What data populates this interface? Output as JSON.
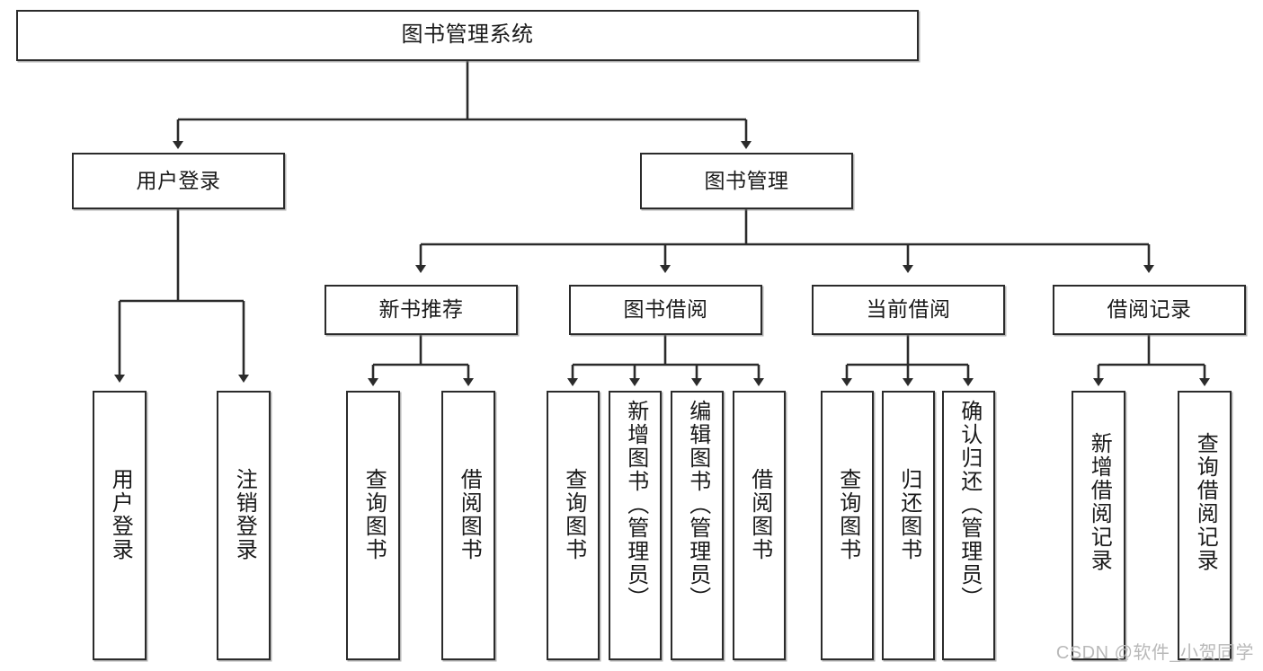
{
  "diagram": {
    "title_node": {
      "label": "图书管理系统"
    },
    "level2": [
      {
        "id": "user-login",
        "label": "用户登录"
      },
      {
        "id": "book-manage",
        "label": "图书管理"
      }
    ],
    "level3": [
      {
        "id": "new-book-recommend",
        "label": "新书推荐"
      },
      {
        "id": "book-borrow",
        "label": "图书借阅"
      },
      {
        "id": "current-borrow",
        "label": "当前借阅"
      },
      {
        "id": "borrow-record",
        "label": "借阅记录"
      }
    ],
    "leaves": {
      "user_login": [
        {
          "id": "leaf-user-login",
          "label": "用户登录"
        },
        {
          "id": "leaf-logout-login",
          "label": "注销登录"
        }
      ],
      "new_book_recommend": [
        {
          "id": "leaf-query-book-1",
          "label": "查询图书"
        },
        {
          "id": "leaf-borrow-book-1",
          "label": "借阅图书"
        }
      ],
      "book_borrow": [
        {
          "id": "leaf-query-book-2",
          "label": "查询图书"
        },
        {
          "id": "leaf-add-book",
          "label": "新增图书（管理员）"
        },
        {
          "id": "leaf-edit-book",
          "label": "编辑图书（管理员）"
        },
        {
          "id": "leaf-borrow-book-2",
          "label": "借阅图书"
        }
      ],
      "current_borrow": [
        {
          "id": "leaf-query-book-3",
          "label": "查询图书"
        },
        {
          "id": "leaf-return-book",
          "label": "归还图书"
        },
        {
          "id": "leaf-confirm-return",
          "label": "确认归还（管理员）"
        }
      ],
      "borrow_record": [
        {
          "id": "leaf-add-record",
          "label": "新增借阅记录"
        },
        {
          "id": "leaf-query-record",
          "label": "查询借阅记录"
        }
      ]
    }
  },
  "watermark": {
    "text": "CSDN @软件_小贺同学"
  },
  "colors": {
    "border": "#2b2b2b",
    "text": "#1a1a1a",
    "background": "#ffffff",
    "watermark": "#b9b9b9"
  }
}
